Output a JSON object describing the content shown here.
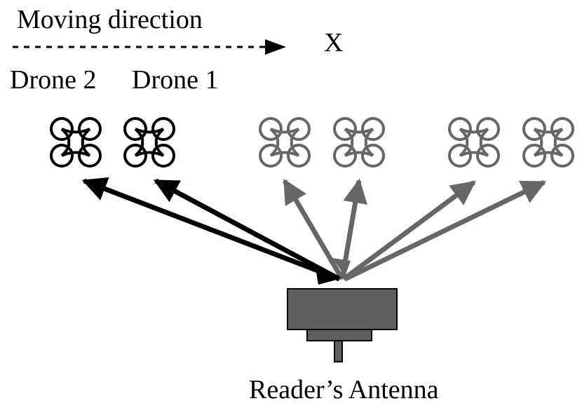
{
  "texts": {
    "moving_direction": "Moving direction",
    "axis_label": "X",
    "drone_2": "Drone 2",
    "drone_1": "Drone 1",
    "reader_antenna": "Reader’s Antenna"
  },
  "colors": {
    "active": "#000000",
    "inactive": "#666666",
    "reader_body": "#5f5f5f"
  },
  "icons": {
    "drone": "quadcopter-icon",
    "reader": "reader-antenna-icon",
    "arrow": "signal-arrow"
  },
  "drones": [
    {
      "id": "drone-2-current",
      "state": "active"
    },
    {
      "id": "drone-1-current",
      "state": "active"
    },
    {
      "id": "drone-2-mid",
      "state": "inactive"
    },
    {
      "id": "drone-1-mid",
      "state": "inactive"
    },
    {
      "id": "drone-2-far",
      "state": "inactive"
    },
    {
      "id": "drone-1-far",
      "state": "inactive"
    }
  ]
}
